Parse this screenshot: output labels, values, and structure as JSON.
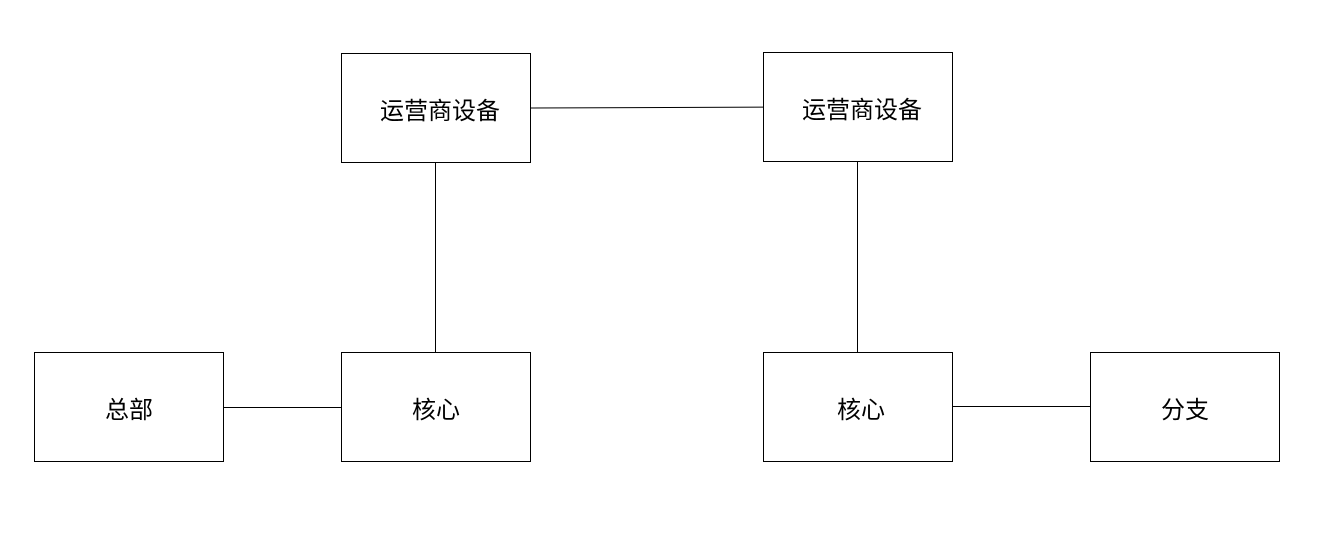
{
  "nodes": {
    "carrier_left": "运营商设备",
    "carrier_right": "运营商设备",
    "hq": "总部",
    "core_left": "核心",
    "core_right": "核心",
    "branch": "分支"
  },
  "colors": {
    "stroke": "#000000",
    "background": "#ffffff"
  }
}
